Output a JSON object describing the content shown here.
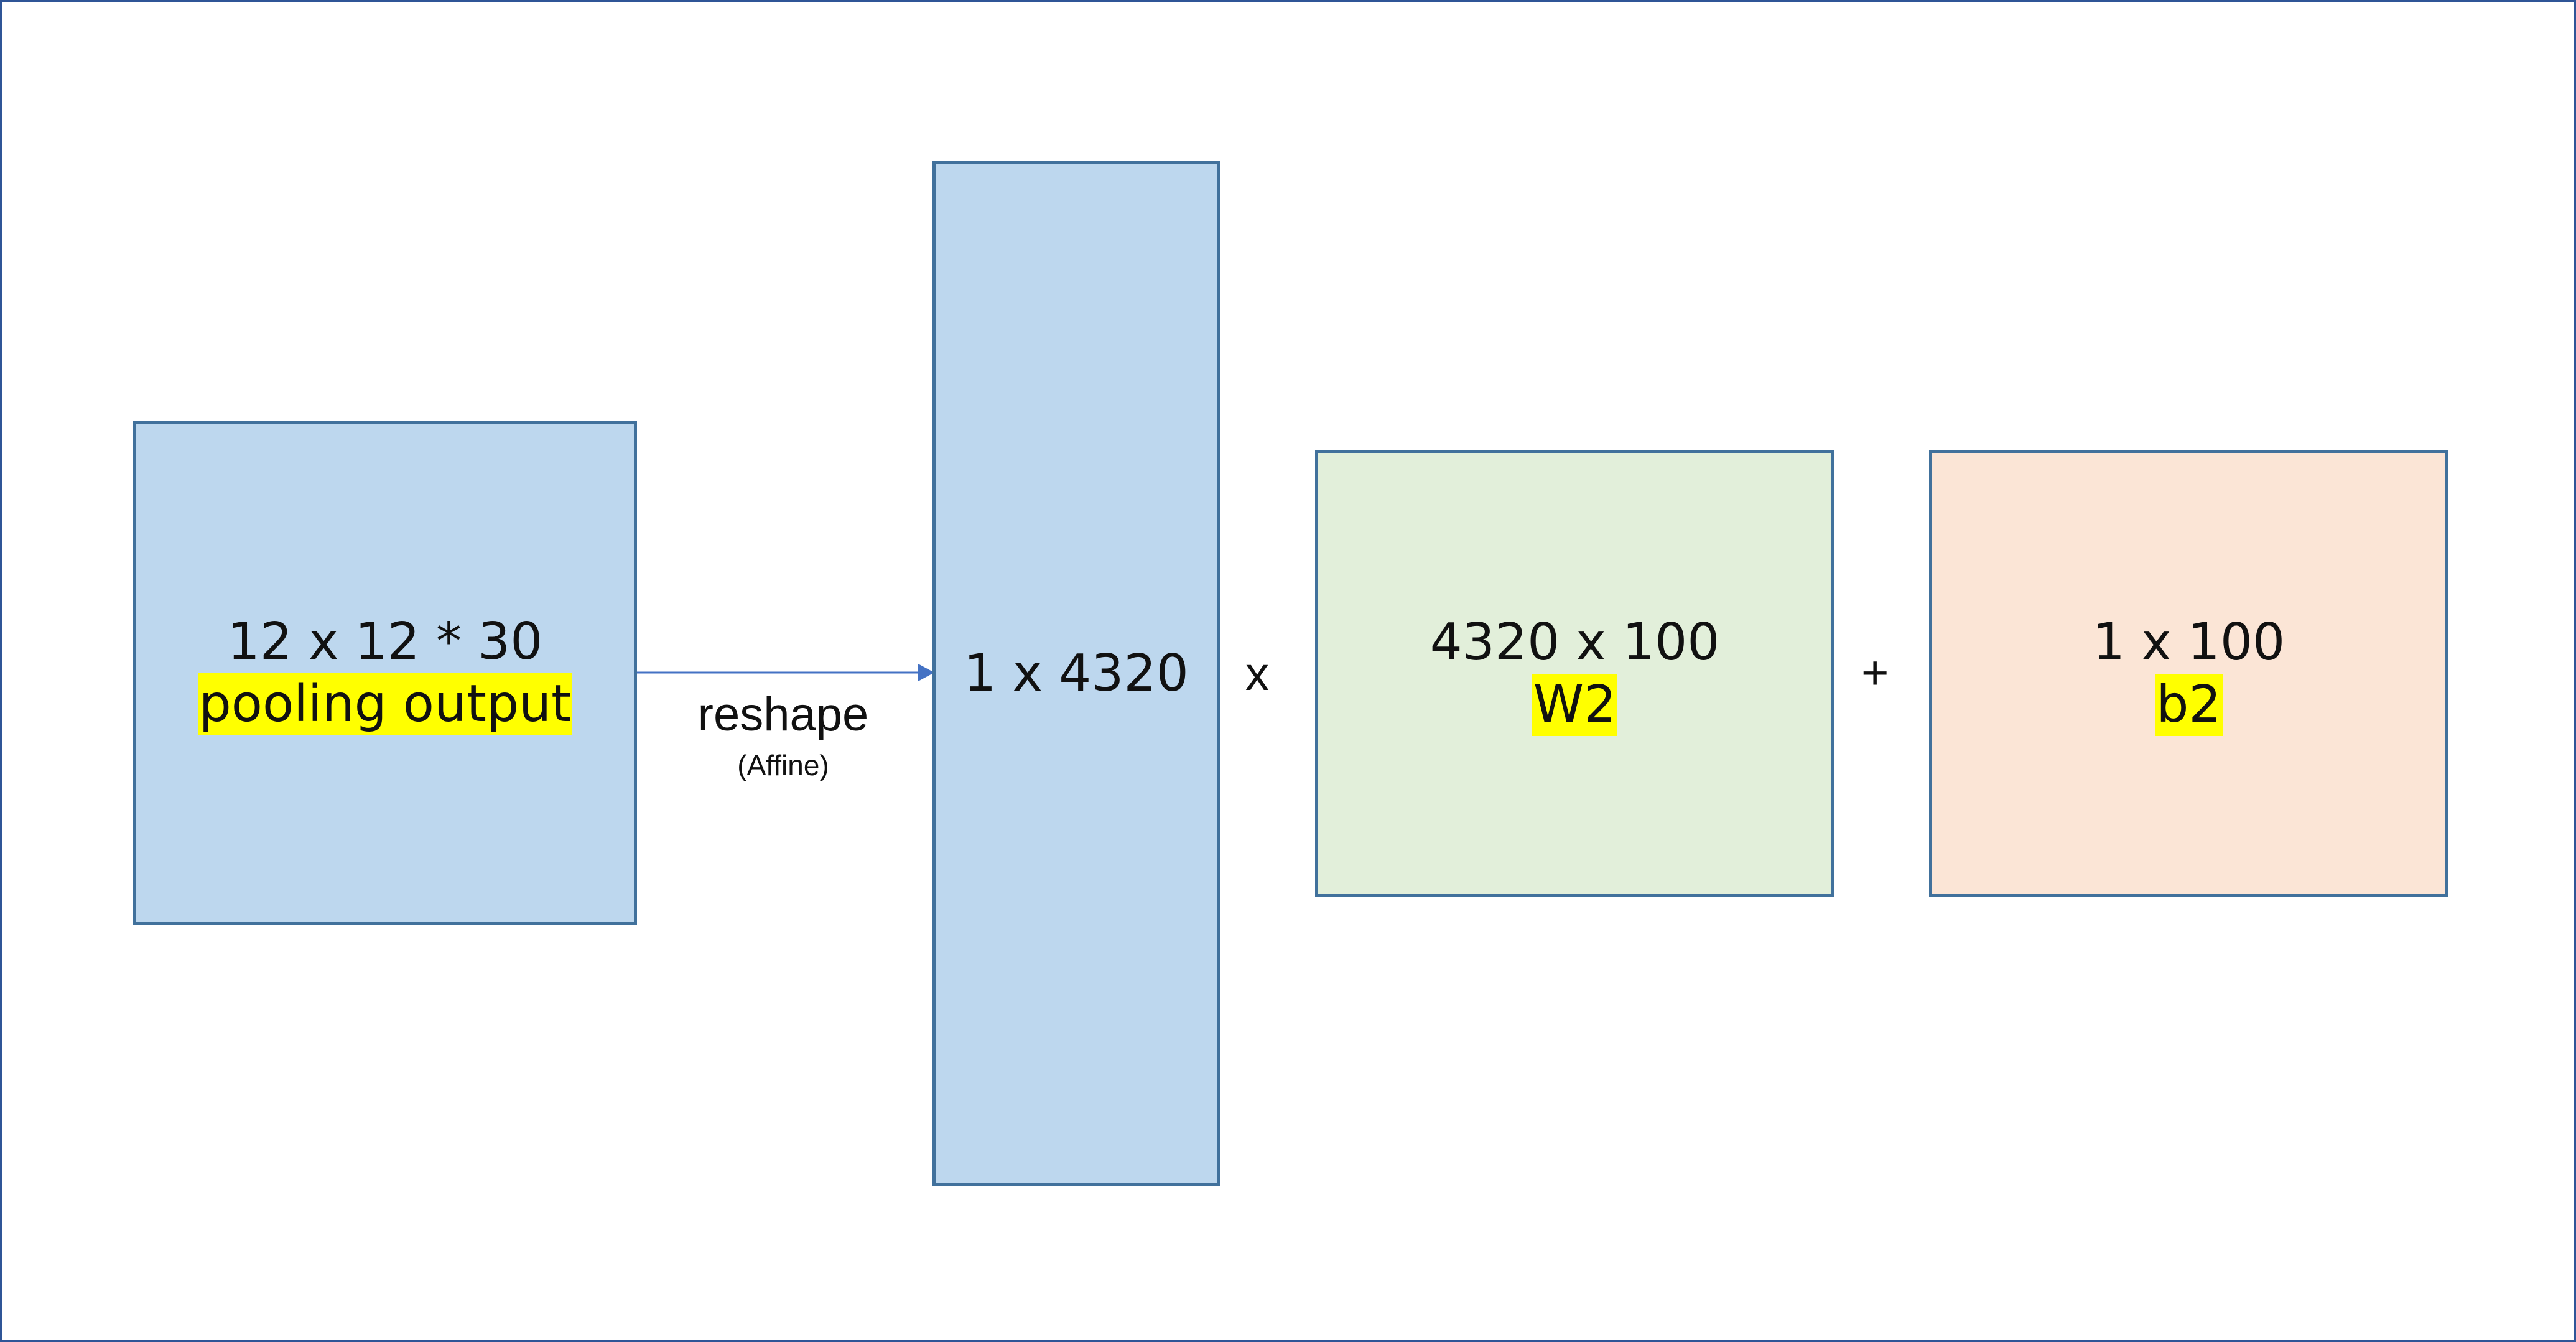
{
  "diagram": {
    "pooling_box": {
      "dims": "12 x 12 * 30",
      "label": "pooling output"
    },
    "arrow": {
      "label": "reshape",
      "sublabel": "(Affine)"
    },
    "flattened_box": {
      "dims": "1 x 4320"
    },
    "times_operator": "x",
    "weight_box": {
      "dims": "4320 x 100",
      "label": "W2"
    },
    "plus_operator": "+",
    "bias_box": {
      "dims": "1 x 100",
      "label": "b2"
    },
    "colors": {
      "frame_border": "#2f5597",
      "box_border": "#41719c",
      "blue_fill": "#bdd7ee",
      "green_fill": "#e2efda",
      "peach_fill": "#fbe5d6",
      "highlight": "#ffff00",
      "arrow": "#4472c4"
    }
  }
}
